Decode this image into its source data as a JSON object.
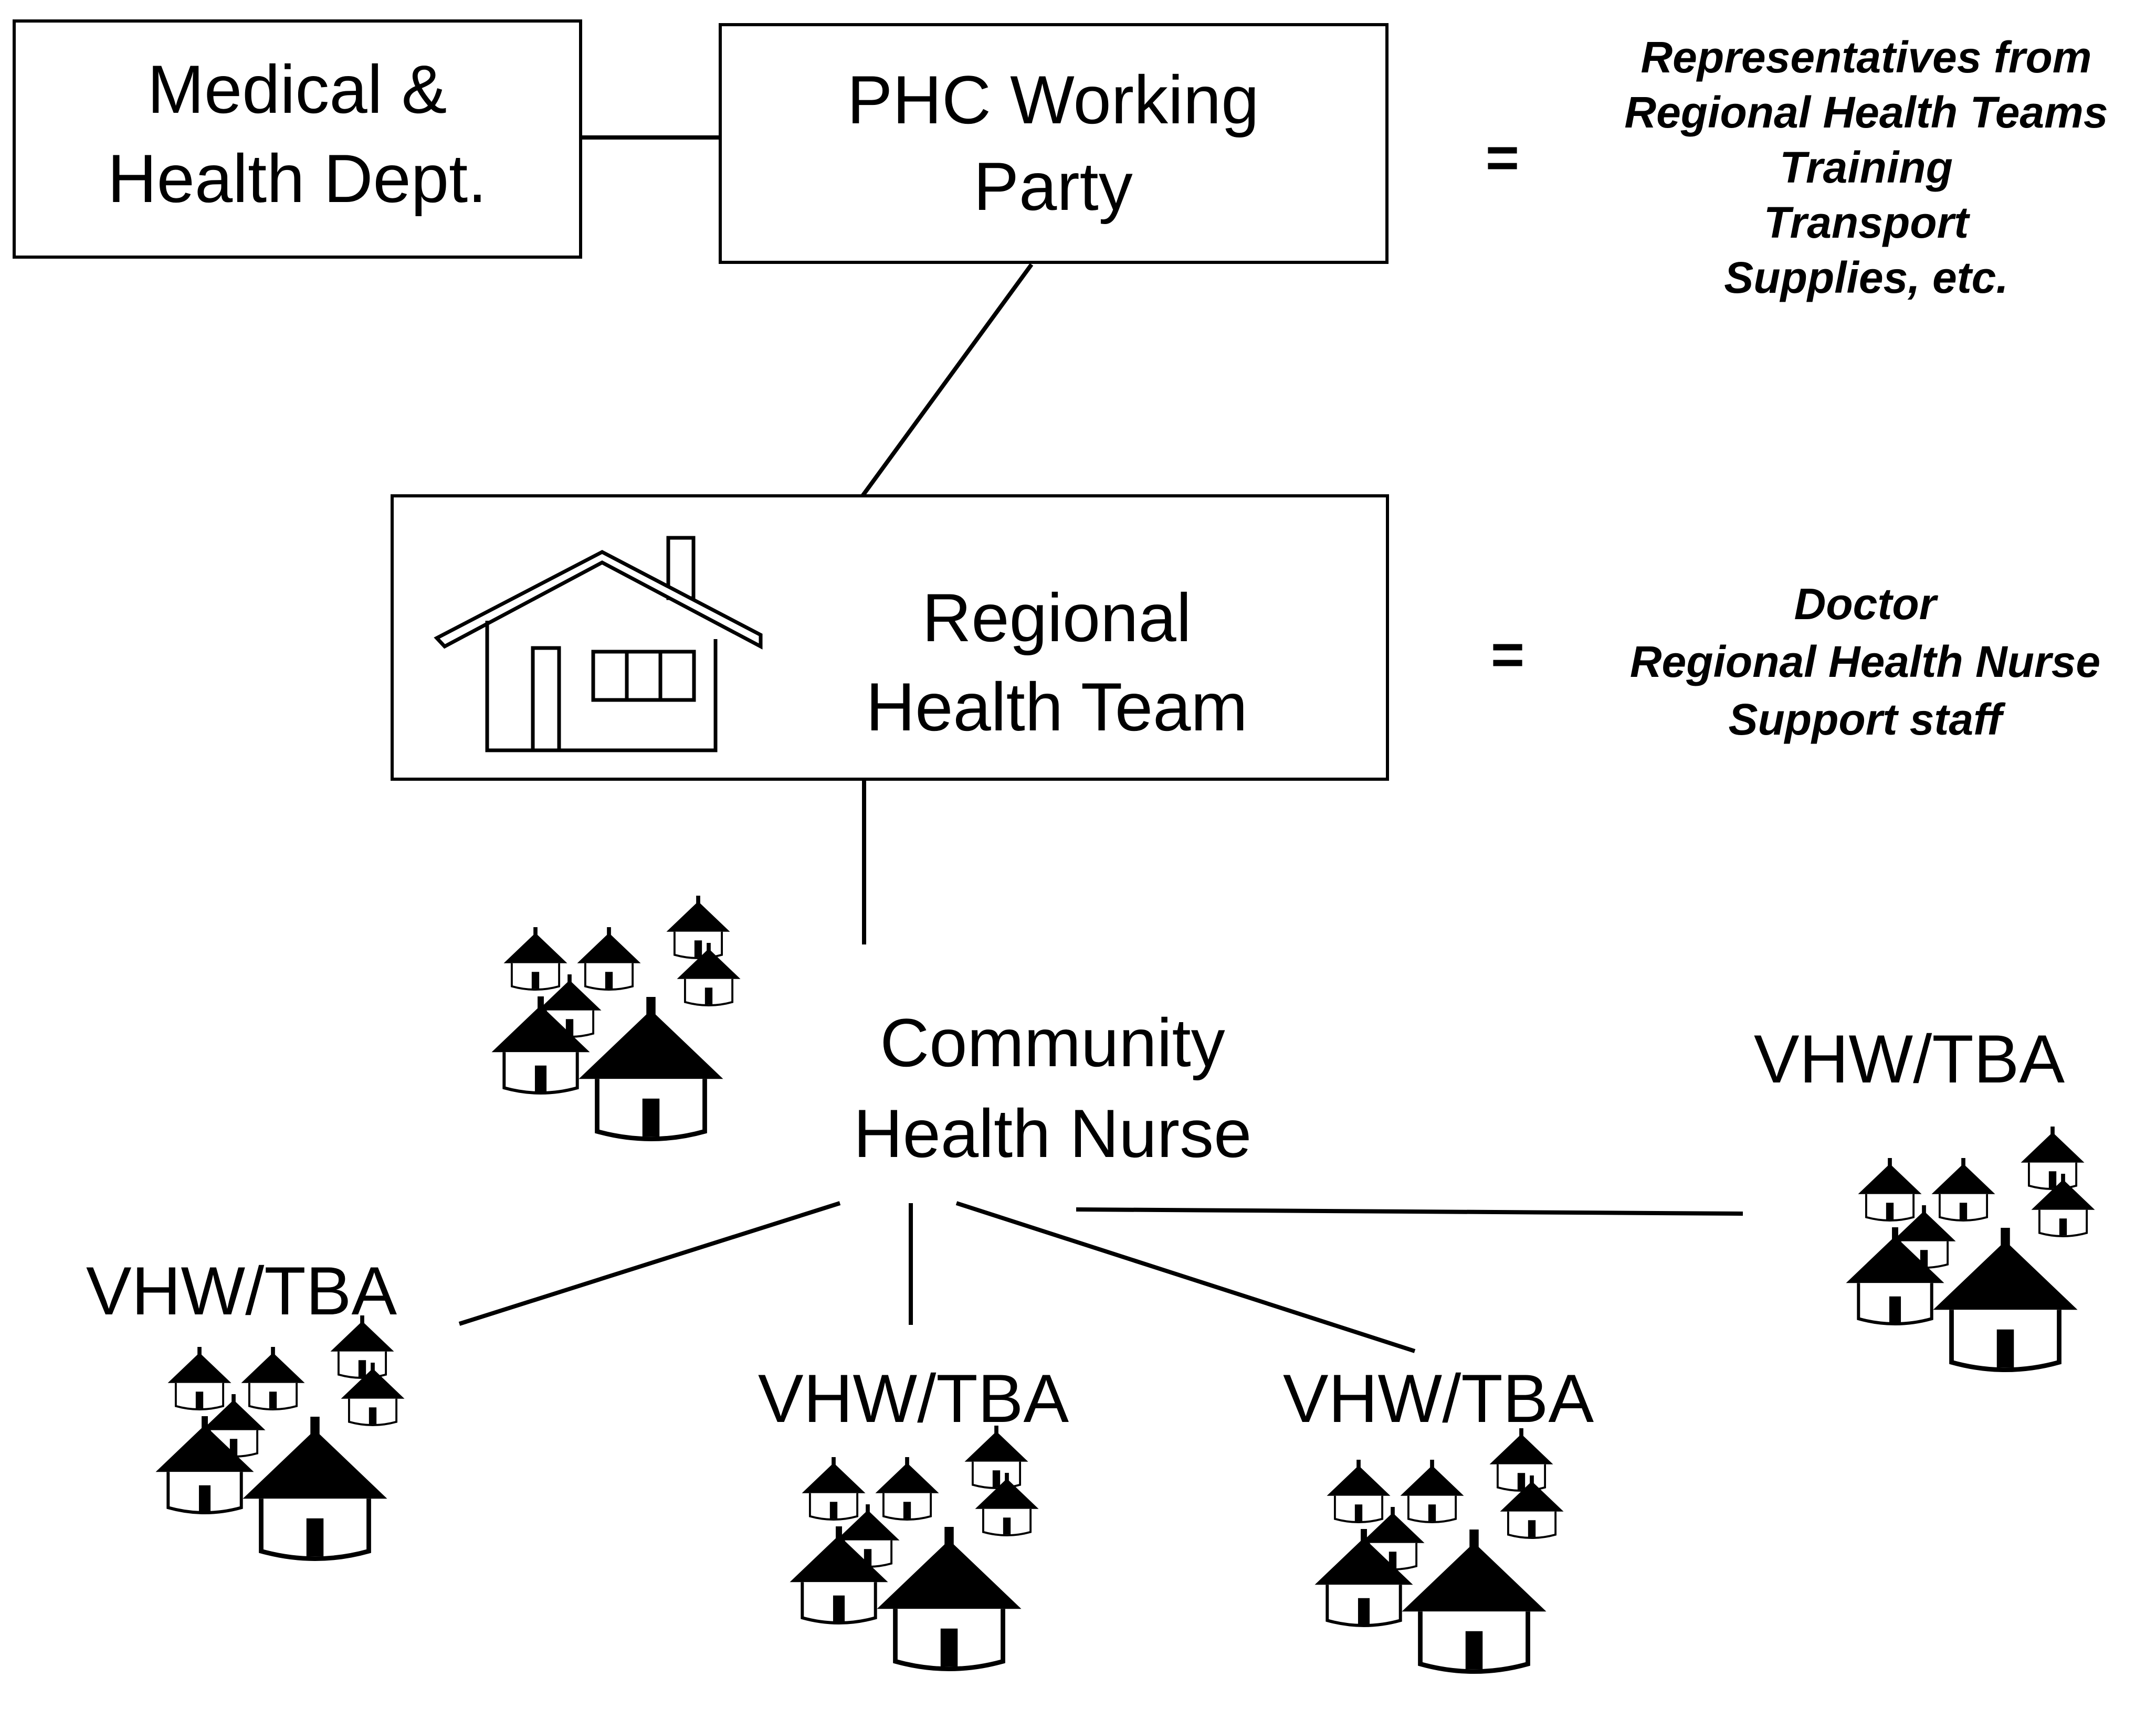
{
  "boxes": {
    "medical": {
      "line1": "Medical &",
      "line2": "Health Dept."
    },
    "phc": {
      "line1": "PHC Working",
      "line2": "Party"
    },
    "regional": {
      "line1": "Regional",
      "line2": "Health Team"
    }
  },
  "community_nurse": {
    "line1": "Community",
    "line2": "Health Nurse"
  },
  "phc_members": {
    "equals": "=",
    "lines": [
      "Representatives from",
      "Regional Health Teams",
      "Training",
      "Transport",
      "Supplies, etc."
    ]
  },
  "regional_members": {
    "equals": "=",
    "lines": [
      "Doctor",
      "Regional Health Nurse",
      "Support staff"
    ]
  },
  "villages": {
    "left": "VHW/TBA",
    "center_left": "VHW/TBA",
    "center_right": "VHW/TBA",
    "right": "VHW/TBA"
  }
}
